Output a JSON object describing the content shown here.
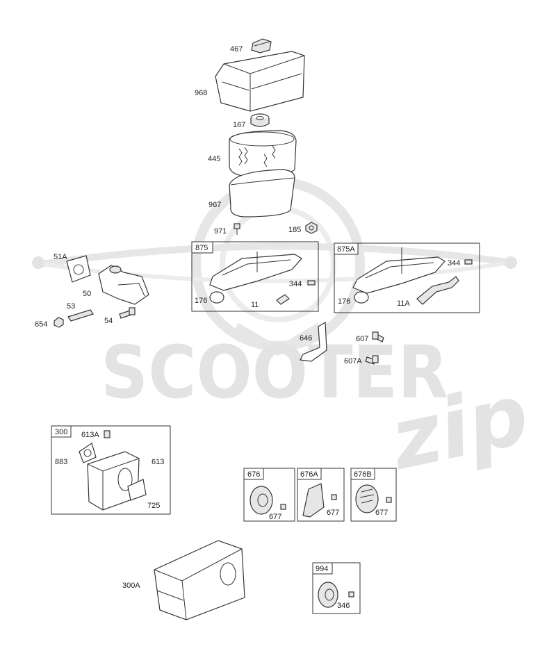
{
  "watermark": {
    "brand": "SCOOTER",
    "brand_script": "zip"
  },
  "labels": {
    "p467": "467",
    "p968": "968",
    "p167": "167",
    "p445": "445",
    "p967": "967",
    "p971": "971",
    "p185": "185",
    "p51A": "51A",
    "p50": "50",
    "p53": "53",
    "p654": "654",
    "p54": "54",
    "p176a": "176",
    "p11": "11",
    "p344a": "344",
    "p344b": "344",
    "p176b": "176",
    "p11A": "11A",
    "p646": "646",
    "p607": "607",
    "p607A": "607A",
    "p613A": "613A",
    "p883": "883",
    "p613": "613",
    "p725": "725",
    "p677a": "677",
    "p677b": "677",
    "p677c": "677",
    "p300A": "300A",
    "p346": "346"
  },
  "boxes": {
    "b875": "875",
    "b875A": "875A",
    "b300": "300",
    "b676": "676",
    "b676A": "676A",
    "b676B": "676B",
    "b994": "994"
  },
  "colors": {
    "line": "#333333",
    "watermark": "#e3e3e3",
    "part_fill": "#ffffff",
    "shade": "#e6e6e6"
  }
}
